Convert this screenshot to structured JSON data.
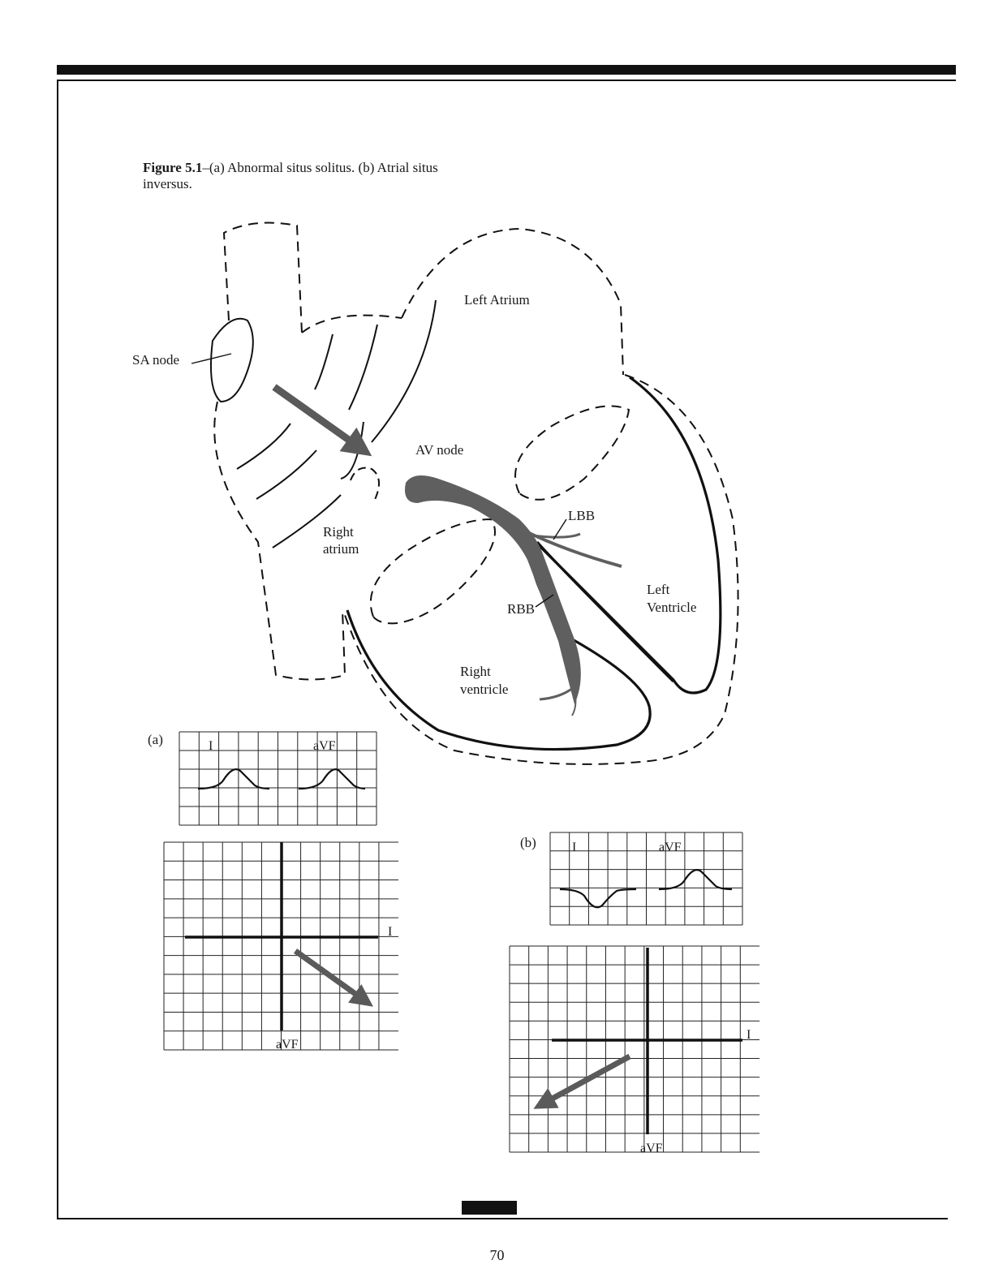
{
  "caption": {
    "figure": "Figure 5.1",
    "text": "–(a) Abnormal situs solitus. (b) Atrial situs inversus."
  },
  "heart_labels": {
    "sa_node": "SA node",
    "left_atrium": "Left Atrium",
    "av_node": "AV node",
    "right_atrium_1": "Right",
    "right_atrium_2": "atrium",
    "lbb": "LBB",
    "left_ventricle_1": "Left",
    "left_ventricle_2": "Ventricle",
    "rbb": "RBB",
    "right_ventricle_1": "Right",
    "right_ventricle_2": "ventricle"
  },
  "panel_a": {
    "label": "(a)",
    "ecg_lead_1": "I",
    "ecg_lead_2": "aVF",
    "axis_x_label": "I",
    "axis_y_label": "aVF"
  },
  "panel_b": {
    "label": "(b)",
    "ecg_lead_1": "I",
    "ecg_lead_2": "aVF",
    "axis_x_label": "I",
    "axis_y_label": "aVF"
  },
  "page_number": "70",
  "colors": {
    "ink": "#111111",
    "arrow_gray": "#5a5a5a",
    "conduction_gray": "#5f5f5f"
  }
}
